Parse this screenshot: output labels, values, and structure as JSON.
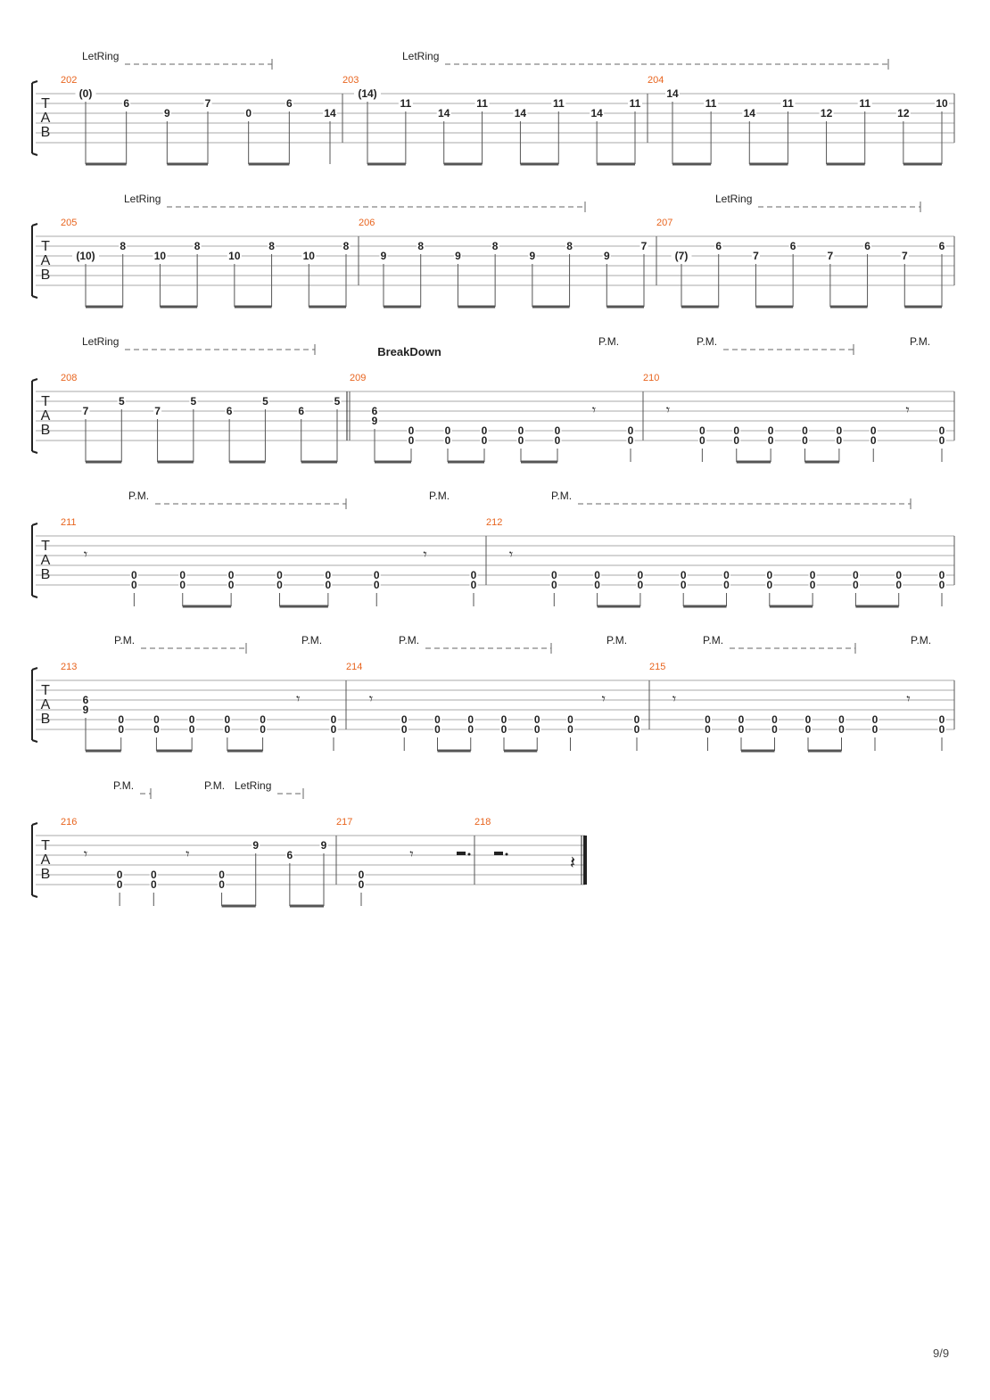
{
  "page_number": "9/9",
  "labels": {
    "tab_clef": [
      "T",
      "A",
      "B"
    ],
    "let_ring": "LetRing",
    "palm_mute": "P.M."
  },
  "colors": {
    "measure_number": "#e8641e",
    "ink": "#222222",
    "staff_line": "#aaaaaa"
  },
  "systems": [
    {
      "annotations": [
        {
          "type": "let_ring",
          "text": "LetRing"
        },
        {
          "type": "let_ring",
          "text": "LetRing"
        }
      ],
      "measures": [
        {
          "number": "202",
          "notes": [
            [
              "(0)"
            ],
            [
              "6"
            ],
            [
              "9"
            ],
            [
              "7"
            ],
            [
              "0"
            ],
            [
              "6"
            ],
            [
              "14"
            ]
          ]
        },
        {
          "number": "203",
          "notes": [
            [
              "(14)"
            ],
            [
              "11"
            ],
            [
              "14"
            ],
            [
              "11"
            ],
            [
              "14"
            ],
            [
              "11"
            ],
            [
              "14"
            ],
            [
              "11"
            ]
          ]
        },
        {
          "number": "204",
          "notes": [
            [
              "14"
            ],
            [
              "11"
            ],
            [
              "14"
            ],
            [
              "11"
            ],
            [
              "12"
            ],
            [
              "11"
            ],
            [
              "12"
            ],
            [
              "10"
            ]
          ]
        }
      ]
    },
    {
      "annotations": [
        {
          "type": "let_ring",
          "text": "LetRing"
        },
        {
          "type": "let_ring",
          "text": "LetRing"
        }
      ],
      "measures": [
        {
          "number": "205",
          "notes": [
            [
              "(10)"
            ],
            [
              "8"
            ],
            [
              "10"
            ],
            [
              "8"
            ],
            [
              "10"
            ],
            [
              "8"
            ],
            [
              "10"
            ],
            [
              "8"
            ]
          ]
        },
        {
          "number": "206",
          "notes": [
            [
              "9"
            ],
            [
              "8"
            ],
            [
              "9"
            ],
            [
              "8"
            ],
            [
              "9"
            ],
            [
              "8"
            ],
            [
              "9"
            ],
            [
              "7"
            ]
          ]
        },
        {
          "number": "207",
          "notes": [
            [
              "(7)"
            ],
            [
              "6"
            ],
            [
              "7"
            ],
            [
              "6"
            ],
            [
              "7"
            ],
            [
              "6"
            ],
            [
              "7"
            ],
            [
              "6"
            ]
          ]
        }
      ]
    },
    {
      "section_label": "BreakDown",
      "annotations": [
        {
          "type": "let_ring",
          "text": "LetRing"
        },
        {
          "type": "palm_mute",
          "text": "P.M."
        },
        {
          "type": "palm_mute",
          "text": "P.M."
        },
        {
          "type": "palm_mute",
          "text": "P.M."
        }
      ],
      "measures": [
        {
          "number": "208",
          "notes": [
            [
              "7"
            ],
            [
              "5"
            ],
            [
              "7"
            ],
            [
              "5"
            ],
            [
              "6"
            ],
            [
              "5"
            ],
            [
              "6"
            ],
            [
              "5"
            ]
          ]
        },
        {
          "number": "209",
          "notes": [
            [
              "6",
              "9"
            ],
            [
              "0",
              "0"
            ],
            [
              "0",
              "0"
            ],
            [
              "0",
              "0"
            ],
            [
              "0",
              "0"
            ],
            [
              "0",
              "0"
            ],
            [
              "rest"
            ],
            [
              "0",
              "0"
            ]
          ]
        },
        {
          "number": "210",
          "notes": [
            [
              "rest"
            ],
            [
              "0",
              "0"
            ],
            [
              "0",
              "0"
            ],
            [
              "0",
              "0"
            ],
            [
              "0",
              "0"
            ],
            [
              "0",
              "0"
            ],
            [
              "0",
              "0"
            ],
            [
              "rest"
            ],
            [
              "0",
              "0"
            ]
          ]
        }
      ]
    },
    {
      "annotations": [
        {
          "type": "palm_mute",
          "text": "P.M."
        },
        {
          "type": "palm_mute",
          "text": "P.M."
        },
        {
          "type": "palm_mute",
          "text": "P.M."
        }
      ],
      "measures": [
        {
          "number": "211",
          "notes": [
            [
              "rest"
            ],
            [
              "0",
              "0"
            ],
            [
              "0",
              "0"
            ],
            [
              "0",
              "0"
            ],
            [
              "0",
              "0"
            ],
            [
              "0",
              "0"
            ],
            [
              "0",
              "0"
            ],
            [
              "rest"
            ],
            [
              "0",
              "0"
            ]
          ]
        },
        {
          "number": "212",
          "notes": [
            [
              "rest"
            ],
            [
              "0",
              "0"
            ],
            [
              "0",
              "0"
            ],
            [
              "0",
              "0"
            ],
            [
              "0",
              "0"
            ],
            [
              "0",
              "0"
            ],
            [
              "0",
              "0"
            ],
            [
              "0",
              "0"
            ],
            [
              "0",
              "0"
            ],
            [
              "0",
              "0"
            ],
            [
              "0",
              "0"
            ]
          ]
        }
      ]
    },
    {
      "annotations": [
        {
          "type": "palm_mute",
          "text": "P.M."
        },
        {
          "type": "palm_mute",
          "text": "P.M."
        },
        {
          "type": "palm_mute",
          "text": "P.M."
        },
        {
          "type": "palm_mute",
          "text": "P.M."
        },
        {
          "type": "palm_mute",
          "text": "P.M."
        },
        {
          "type": "palm_mute",
          "text": "P.M."
        }
      ],
      "measures": [
        {
          "number": "213",
          "notes": [
            [
              "6",
              "9"
            ],
            [
              "0",
              "0"
            ],
            [
              "0",
              "0"
            ],
            [
              "0",
              "0"
            ],
            [
              "0",
              "0"
            ],
            [
              "0",
              "0"
            ],
            [
              "rest"
            ],
            [
              "0",
              "0"
            ]
          ]
        },
        {
          "number": "214",
          "notes": [
            [
              "rest"
            ],
            [
              "0",
              "0"
            ],
            [
              "0",
              "0"
            ],
            [
              "0",
              "0"
            ],
            [
              "0",
              "0"
            ],
            [
              "0",
              "0"
            ],
            [
              "0",
              "0"
            ],
            [
              "rest"
            ],
            [
              "0",
              "0"
            ]
          ]
        },
        {
          "number": "215",
          "notes": [
            [
              "rest"
            ],
            [
              "0",
              "0"
            ],
            [
              "0",
              "0"
            ],
            [
              "0",
              "0"
            ],
            [
              "0",
              "0"
            ],
            [
              "0",
              "0"
            ],
            [
              "0",
              "0"
            ],
            [
              "rest"
            ],
            [
              "0",
              "0"
            ]
          ]
        }
      ]
    },
    {
      "annotations": [
        {
          "type": "palm_mute",
          "text": "P.M."
        },
        {
          "type": "palm_mute",
          "text": "P.M."
        },
        {
          "type": "let_ring",
          "text": "LetRing"
        }
      ],
      "measures": [
        {
          "number": "216",
          "notes": [
            [
              "rest"
            ],
            [
              "0",
              "0"
            ],
            [
              "0",
              "0"
            ],
            [
              "rest"
            ],
            [
              "0",
              "0"
            ],
            [
              "9"
            ],
            [
              "6"
            ],
            [
              "9"
            ]
          ]
        },
        {
          "number": "217",
          "notes": [
            [
              "0",
              "0"
            ],
            [
              "rest"
            ],
            [
              "half-rest"
            ]
          ]
        },
        {
          "number": "218",
          "notes": [
            [
              "half-rest"
            ],
            [
              "quarter-rest"
            ]
          ]
        }
      ]
    }
  ]
}
